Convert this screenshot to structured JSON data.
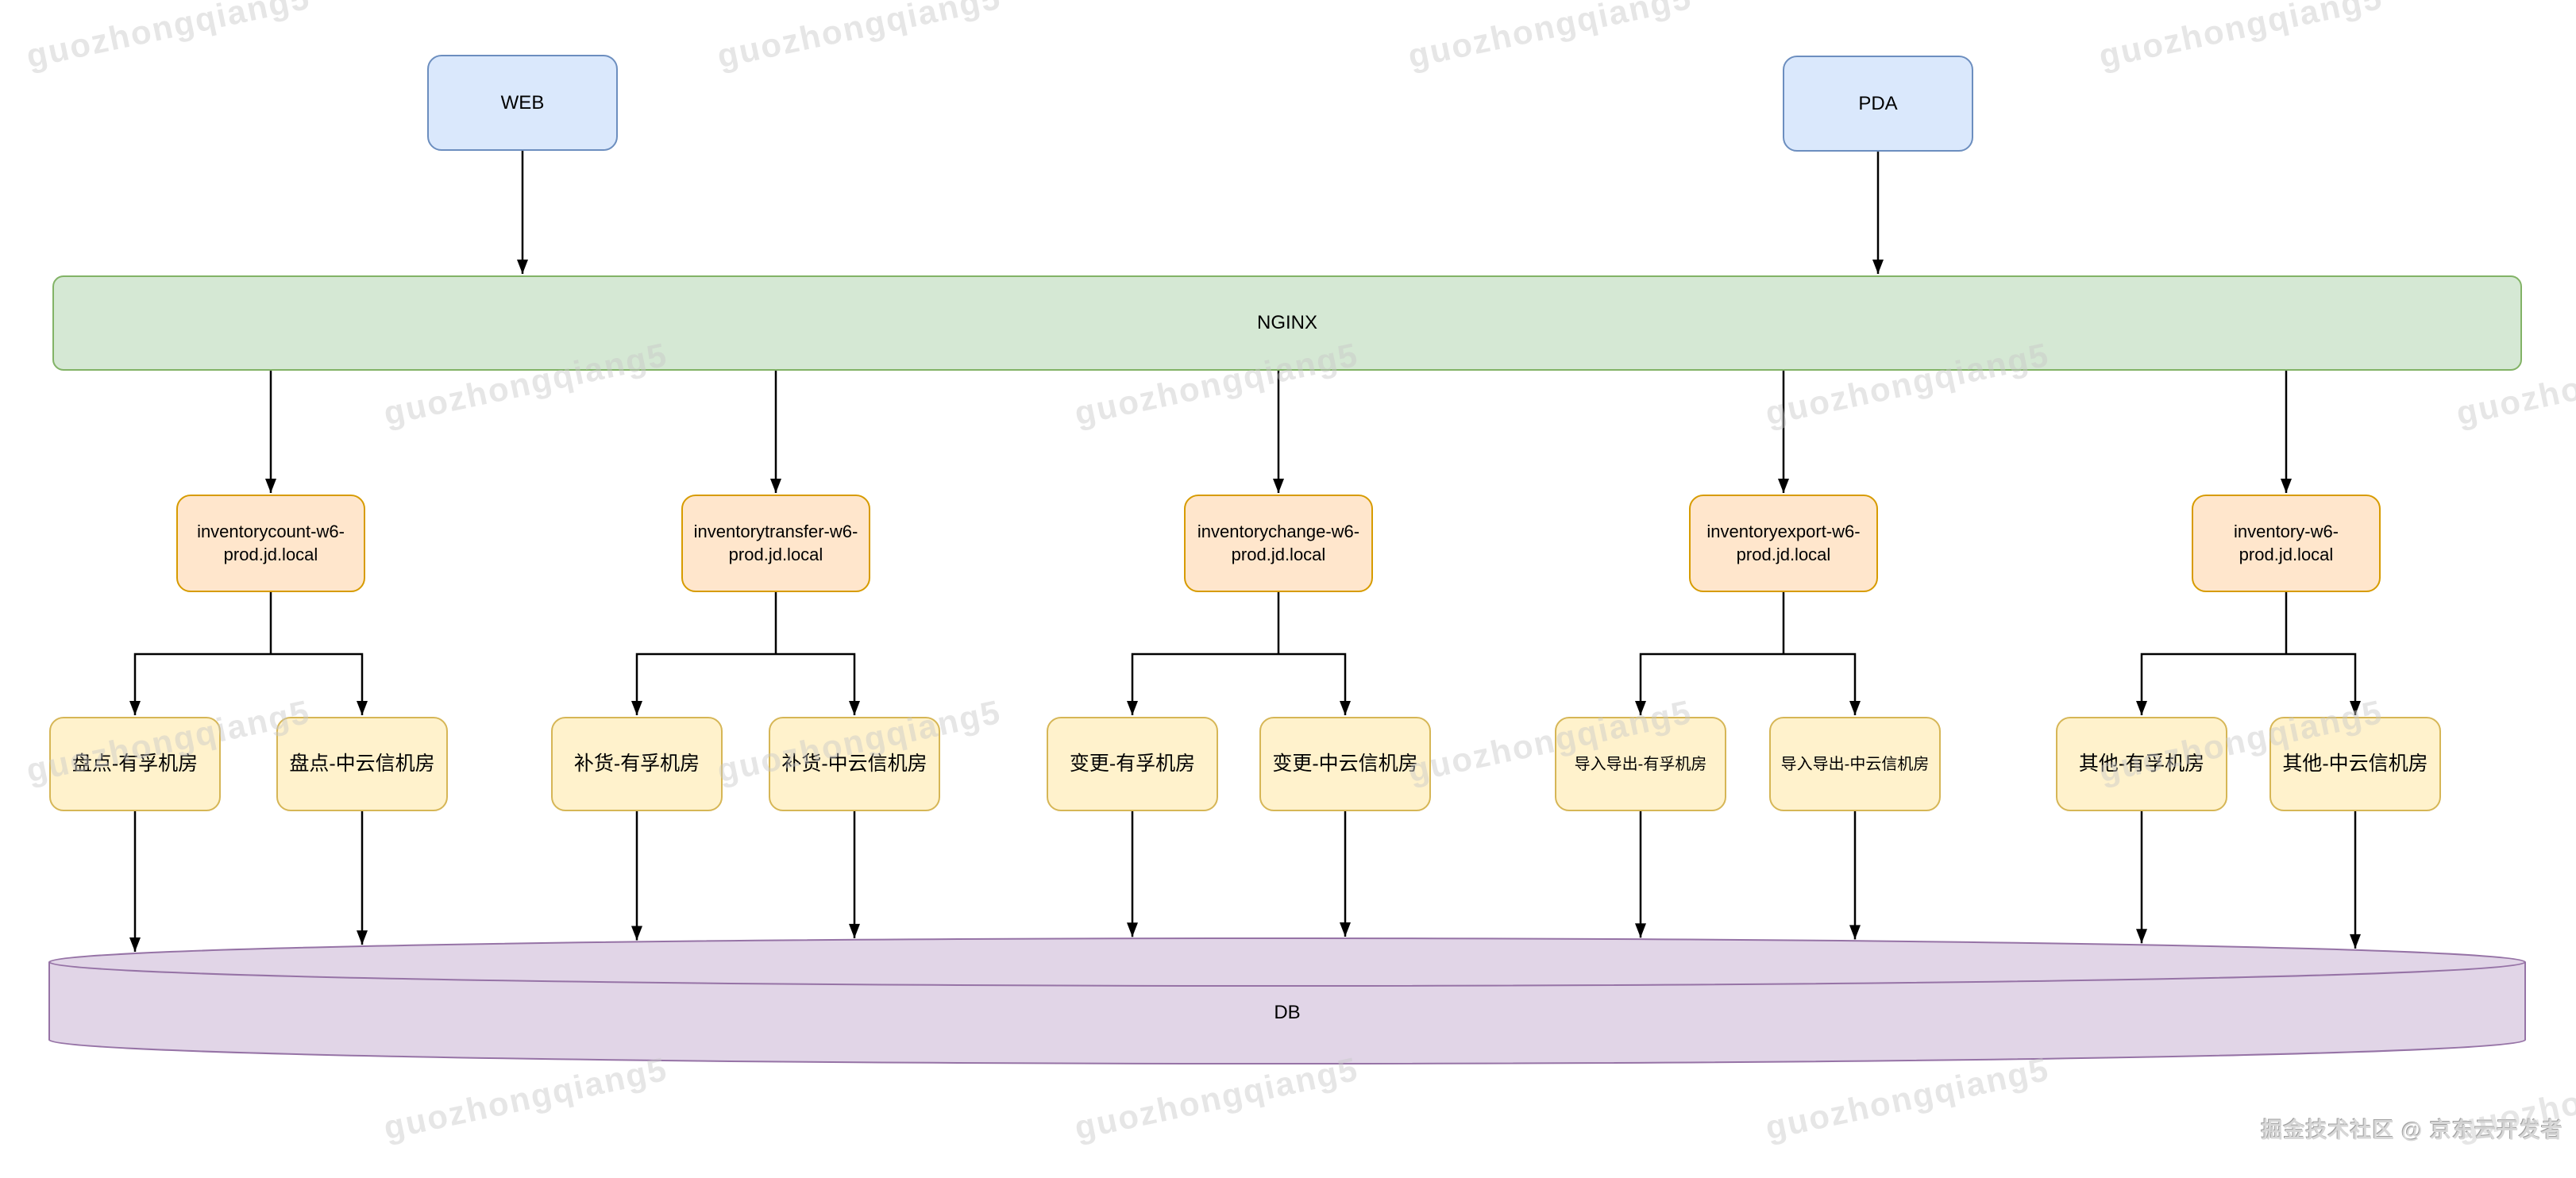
{
  "watermark": {
    "text": "guozhongqiang5"
  },
  "credit": "掘金技术社区 @ 京东云开发者",
  "colors": {
    "client-fill": "#dae8fc",
    "client-stroke": "#6c8ebf",
    "nginx-fill": "#d5e8d4",
    "nginx-stroke": "#82b366",
    "service-fill": "#ffe6cc",
    "service-stroke": "#d79b00",
    "leaf-fill": "#fff2cc",
    "leaf-stroke": "#d6b656",
    "db-fill": "#e1d5e7",
    "db-stroke": "#9673a6",
    "arrow": "#000000"
  },
  "clients": [
    {
      "label": "WEB"
    },
    {
      "label": "PDA"
    }
  ],
  "gateway": {
    "label": "NGINX"
  },
  "services": [
    {
      "label": "inventorycount-w6-prod.jd.local",
      "children": [
        "盘点-有孚机房",
        "盘点-中云信机房"
      ]
    },
    {
      "label": "inventorytransfer-w6-prod.jd.local",
      "children": [
        "补货-有孚机房",
        "补货-中云信机房"
      ]
    },
    {
      "label": "inventorychange-w6-prod.jd.local",
      "children": [
        "变更-有孚机房",
        "变更-中云信机房"
      ]
    },
    {
      "label": "inventoryexport-w6-prod.jd.local",
      "children": [
        "导入导出-有孚机房",
        "导入导出-中云信机房"
      ]
    },
    {
      "label": "inventory-w6-prod.jd.local",
      "children": [
        "其他-有孚机房",
        "其他-中云信机房"
      ]
    }
  ],
  "database": {
    "label": "DB"
  }
}
